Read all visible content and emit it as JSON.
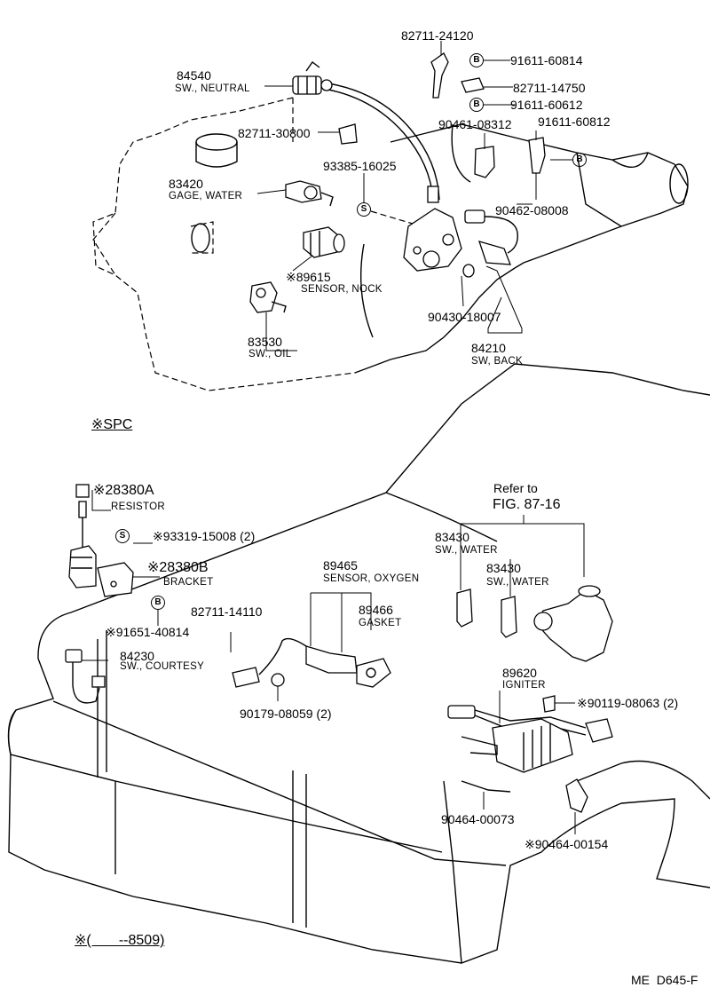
{
  "labels": {
    "p84540": {
      "num": "84540",
      "name": "SW., NEUTRAL"
    },
    "p82711_24120": "82711-24120",
    "p91611_60814": "91611-60814",
    "p82711_14750": "82711-14750",
    "p91611_60612": "91611-60612",
    "p90461_08312": "90461-08312",
    "p91611_60812": "91611-60812",
    "p82711_30800": "82711-30800",
    "p93385_16025": "93385-16025",
    "p83420": {
      "num": "83420",
      "name": "GAGE, WATER"
    },
    "p90462_08008": "90462-08008",
    "p89615": {
      "num": "※89615",
      "name": "SENSOR, NOCK"
    },
    "p90430_18007": "90430-18007",
    "p83530": {
      "num": "83530",
      "name": "SW., OIL"
    },
    "p84210": {
      "num": "84210",
      "name": "SW, BACK"
    },
    "spc": "※SPC",
    "p28380a": {
      "num": "※28380A",
      "name": "RESISTOR"
    },
    "refer": {
      "line1": "Refer to",
      "line2": "FIG. 87-16"
    },
    "p93319_15008": "※93319-15008 (2)",
    "p83430_a": {
      "num": "83430",
      "name": "SW., WATER"
    },
    "p28380b": {
      "num": "※28380B",
      "name": "BRACKET"
    },
    "p89465": {
      "num": "89465",
      "name": "SENSOR, OXYGEN"
    },
    "p83430_b": {
      "num": "83430",
      "name": "SW., WATER"
    },
    "p82711_14110": "82711-14110",
    "p89466": {
      "num": "89466",
      "name": "GASKET"
    },
    "p91651_40814": "※91651-40814",
    "p84230": {
      "num": "84230",
      "name": "SW., COURTESY"
    },
    "p89620": {
      "num": "89620",
      "name": "IGNITER"
    },
    "p90119_08063": "※90119-08063 (2)",
    "p90179_08059": "90179-08059 (2)",
    "p90464_00073": "90464-00073",
    "p90464_00154": "※90464-00154",
    "footnote": "※(       --8509)",
    "code": "ME  D645-F"
  },
  "symbols": {
    "bolt": "B",
    "screw": "S"
  }
}
